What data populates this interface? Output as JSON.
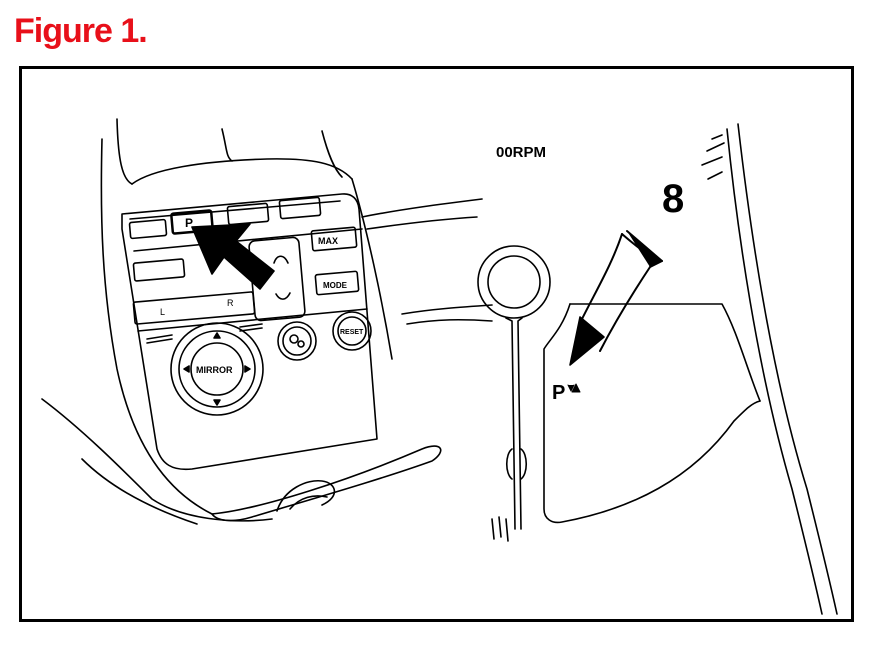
{
  "figure": {
    "title": "Figure 1.",
    "title_color": "#e8101a"
  },
  "illustration": {
    "panel_buttons": {
      "p_button": "P",
      "max": "MAX",
      "mode": "MODE",
      "reset": "RESET",
      "mirror": "MIRROR",
      "left": "L",
      "right": "R"
    },
    "gauge": {
      "rpm_label": "00RPM",
      "numeral": "8",
      "indicator": "P"
    }
  }
}
